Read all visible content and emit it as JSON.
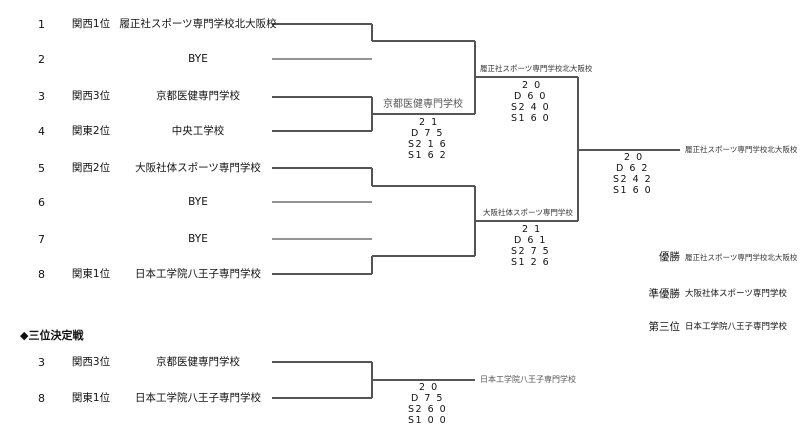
{
  "bracket": {
    "slots": [
      {
        "seed": "1",
        "region": "関西1位",
        "team": "履正社スポーツ専門学校北大阪校"
      },
      {
        "seed": "2",
        "region": "",
        "team": "BYE"
      },
      {
        "seed": "3",
        "region": "関西3位",
        "team": "京都医健専門学校"
      },
      {
        "seed": "4",
        "region": "関東2位",
        "team": "中央工学校"
      },
      {
        "seed": "5",
        "region": "関西2位",
        "team": "大阪社体スポーツ専門学校"
      },
      {
        "seed": "6",
        "region": "",
        "team": "BYE"
      },
      {
        "seed": "7",
        "region": "",
        "team": "BYE"
      },
      {
        "seed": "8",
        "region": "関東1位",
        "team": "日本工学院八王子専門学校"
      }
    ],
    "quarterfinal_winner": "京都医健専門学校",
    "qf_score": [
      "2 1",
      "D  7 5",
      "S2 1 6",
      "S1 6 2"
    ],
    "semi1_winner": "履正社スポーツ専門学校北大阪校",
    "semi1_score": [
      "2 0",
      "D  6 0",
      "S2 4 0",
      "S1 6 0"
    ],
    "semi2_winner": "大阪社体スポーツ専門学校",
    "semi2_score": [
      "2 1",
      "D  6 1",
      "S2 7 5",
      "S1 2 6"
    ],
    "final_winner": "履正社スポーツ専門学校北大阪校",
    "final_score": [
      "2 0",
      "D  6 2",
      "S2 4 2",
      "S1 6 0"
    ]
  },
  "results": [
    {
      "label": "優勝",
      "team": "履正社スポーツ専門学校北大阪校"
    },
    {
      "label": "準優勝",
      "team": "大阪社体スポーツ専門学校"
    },
    {
      "label": "第三位",
      "team": "日本工学院八王子専門学校"
    }
  ],
  "third_place": {
    "heading": "◆三位決定戦",
    "slots": [
      {
        "seed": "3",
        "region": "関西3位",
        "team": "京都医健専門学校"
      },
      {
        "seed": "8",
        "region": "関東1位",
        "team": "日本工学院八王子専門学校"
      }
    ],
    "winner": "日本工学院八王子専門学校",
    "score": [
      "2 0",
      "D  7 5",
      "S2 6 0",
      "S1 0 0"
    ]
  }
}
